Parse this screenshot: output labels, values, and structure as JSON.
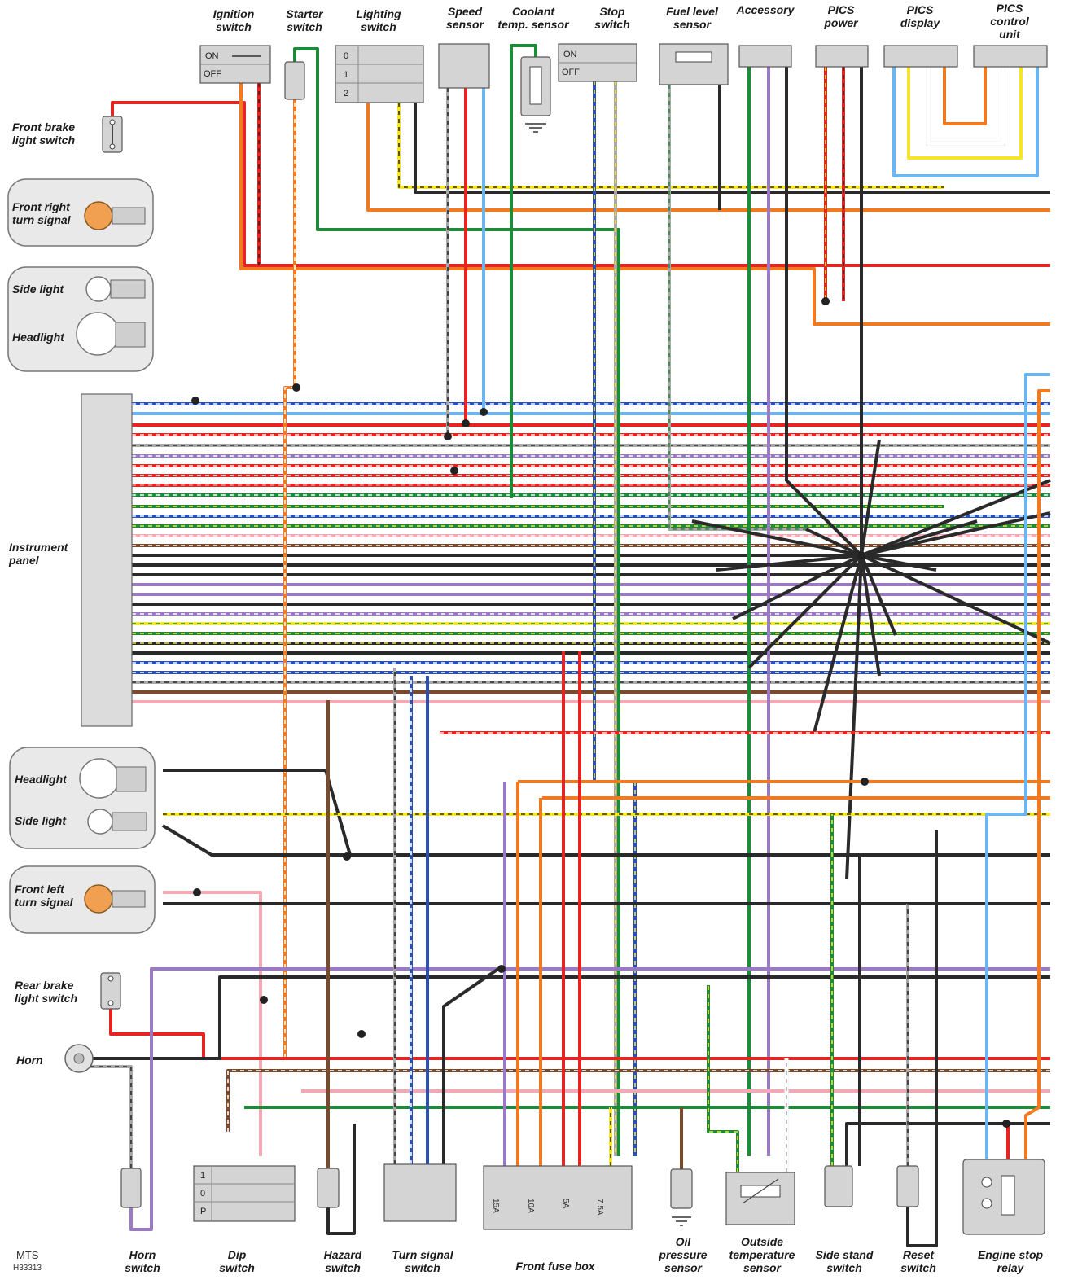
{
  "colors": {
    "red": "#e52521",
    "orange": "#f07a22",
    "yellow": "#f5e62c",
    "green": "#1f8a3a",
    "blue": "#2a4fb5",
    "lightblue": "#6cb6f0",
    "purple": "#9b7ac4",
    "black": "#2a2a2a",
    "brown": "#7a4a2a",
    "grey": "#a8a8a8",
    "pink": "#f2a9b4",
    "white": "#ffffff"
  },
  "top_labels": {
    "ignition": [
      "Ignition",
      "switch"
    ],
    "starter": [
      "Starter",
      "switch"
    ],
    "lighting": [
      "Lighting",
      "switch"
    ],
    "speed": [
      "Speed",
      "sensor"
    ],
    "coolant": [
      "Coolant",
      "temp. sensor"
    ],
    "stop": [
      "Stop",
      "switch"
    ],
    "fuel": [
      "Fuel level",
      "sensor"
    ],
    "accessory": [
      "Accessory"
    ],
    "pics_power": [
      "PICS",
      "power"
    ],
    "pics_display": [
      "PICS",
      "display"
    ],
    "pics_control": [
      "PICS",
      "control",
      "unit"
    ]
  },
  "left_labels": {
    "front_brake": [
      "Front brake",
      "light switch"
    ],
    "front_right_turn": [
      "Front right",
      "turn signal"
    ],
    "side_light_top": [
      "Side light"
    ],
    "headlight_top": [
      "Headlight"
    ],
    "instrument": [
      "Instrument",
      "panel"
    ],
    "headlight_bottom": [
      "Headlight"
    ],
    "side_light_bottom": [
      "Side light"
    ],
    "front_left_turn": [
      "Front left",
      "turn signal"
    ],
    "rear_brake": [
      "Rear brake",
      "light switch"
    ],
    "horn": [
      "Horn"
    ]
  },
  "bottom_labels": {
    "horn_switch": [
      "Horn",
      "switch"
    ],
    "dip": [
      "Dip",
      "switch"
    ],
    "hazard": [
      "Hazard",
      "switch"
    ],
    "turn_signal": [
      "Turn signal",
      "switch"
    ],
    "fuse_box": [
      "Front fuse box"
    ],
    "oil": [
      "Oil",
      "pressure",
      "sensor"
    ],
    "outside_temp": [
      "Outside",
      "temperature",
      "sensor"
    ],
    "side_stand": [
      "Side stand",
      "switch"
    ],
    "reset": [
      "Reset",
      "switch"
    ],
    "engine_stop": [
      "Engine stop",
      "relay"
    ]
  },
  "switch_text": {
    "on": "ON",
    "off": "OFF",
    "lighting_positions": [
      "0",
      "1",
      "2"
    ],
    "dip_positions": [
      "1",
      "0",
      "P"
    ]
  },
  "fuses": [
    "15A",
    "10A",
    "5A",
    "7.5A"
  ],
  "footer": {
    "model": "MTS",
    "code": "H33313"
  }
}
